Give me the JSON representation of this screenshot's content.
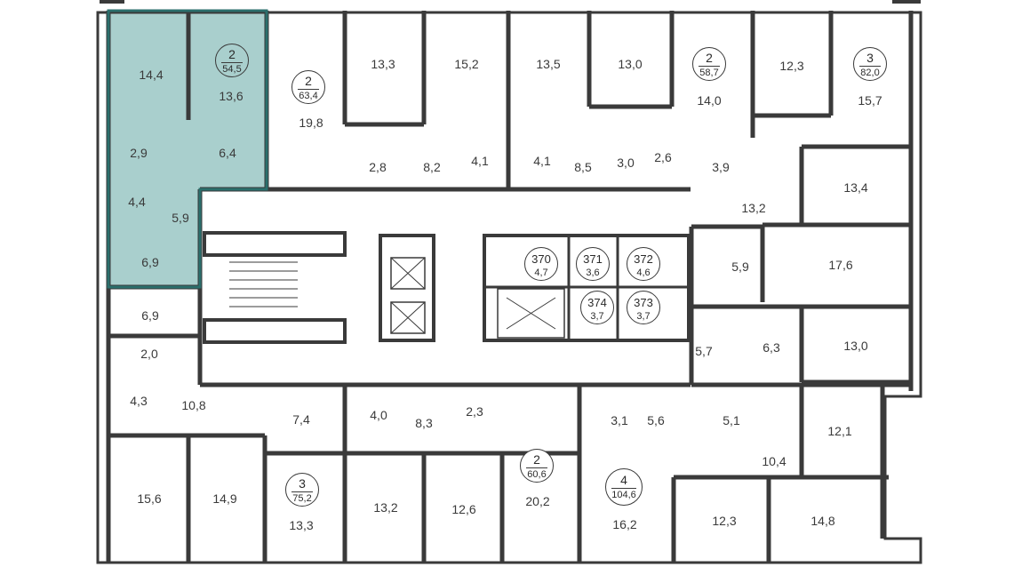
{
  "colors": {
    "wall": "#3a3a3a",
    "selected_fill": "#a9cfcd",
    "selected_border": "#2b6f6c",
    "background": "#ffffff"
  },
  "apartments": [
    {
      "rooms": "2",
      "area": "54,5",
      "selected": true
    },
    {
      "rooms": "2",
      "area": "63,4"
    },
    {
      "rooms": "2",
      "area": "58,7"
    },
    {
      "rooms": "3",
      "area": "82,0"
    },
    {
      "rooms": "3",
      "area": "75,2"
    },
    {
      "rooms": "2",
      "area": "60,6"
    },
    {
      "rooms": "4",
      "area": "104,6"
    }
  ],
  "storage_units": [
    {
      "number": "370",
      "area": "4,7"
    },
    {
      "number": "371",
      "area": "3,6"
    },
    {
      "number": "372",
      "area": "4,6"
    },
    {
      "number": "374",
      "area": "3,7"
    },
    {
      "number": "373",
      "area": "3,7"
    }
  ],
  "room_areas": [
    "14,4",
    "13,6",
    "2,9",
    "6,4",
    "4,4",
    "5,9",
    "6,9",
    "19,8",
    "13,3",
    "15,2",
    "13,5",
    "13,0",
    "14,0",
    "12,3",
    "15,7",
    "2,8",
    "8,2",
    "4,1",
    "4,1",
    "8,5",
    "3,0",
    "2,6",
    "3,9",
    "13,4",
    "13,2",
    "5,9",
    "17,6",
    "6,3",
    "5,7",
    "13,0",
    "6,9",
    "2,0",
    "4,3",
    "10,8",
    "7,4",
    "4,0",
    "8,3",
    "2,3",
    "3,1",
    "5,6",
    "5,1",
    "12,1",
    "10,4",
    "15,6",
    "14,9",
    "13,3",
    "13,2",
    "12,6",
    "20,2",
    "16,2",
    "12,3",
    "14,8"
  ]
}
